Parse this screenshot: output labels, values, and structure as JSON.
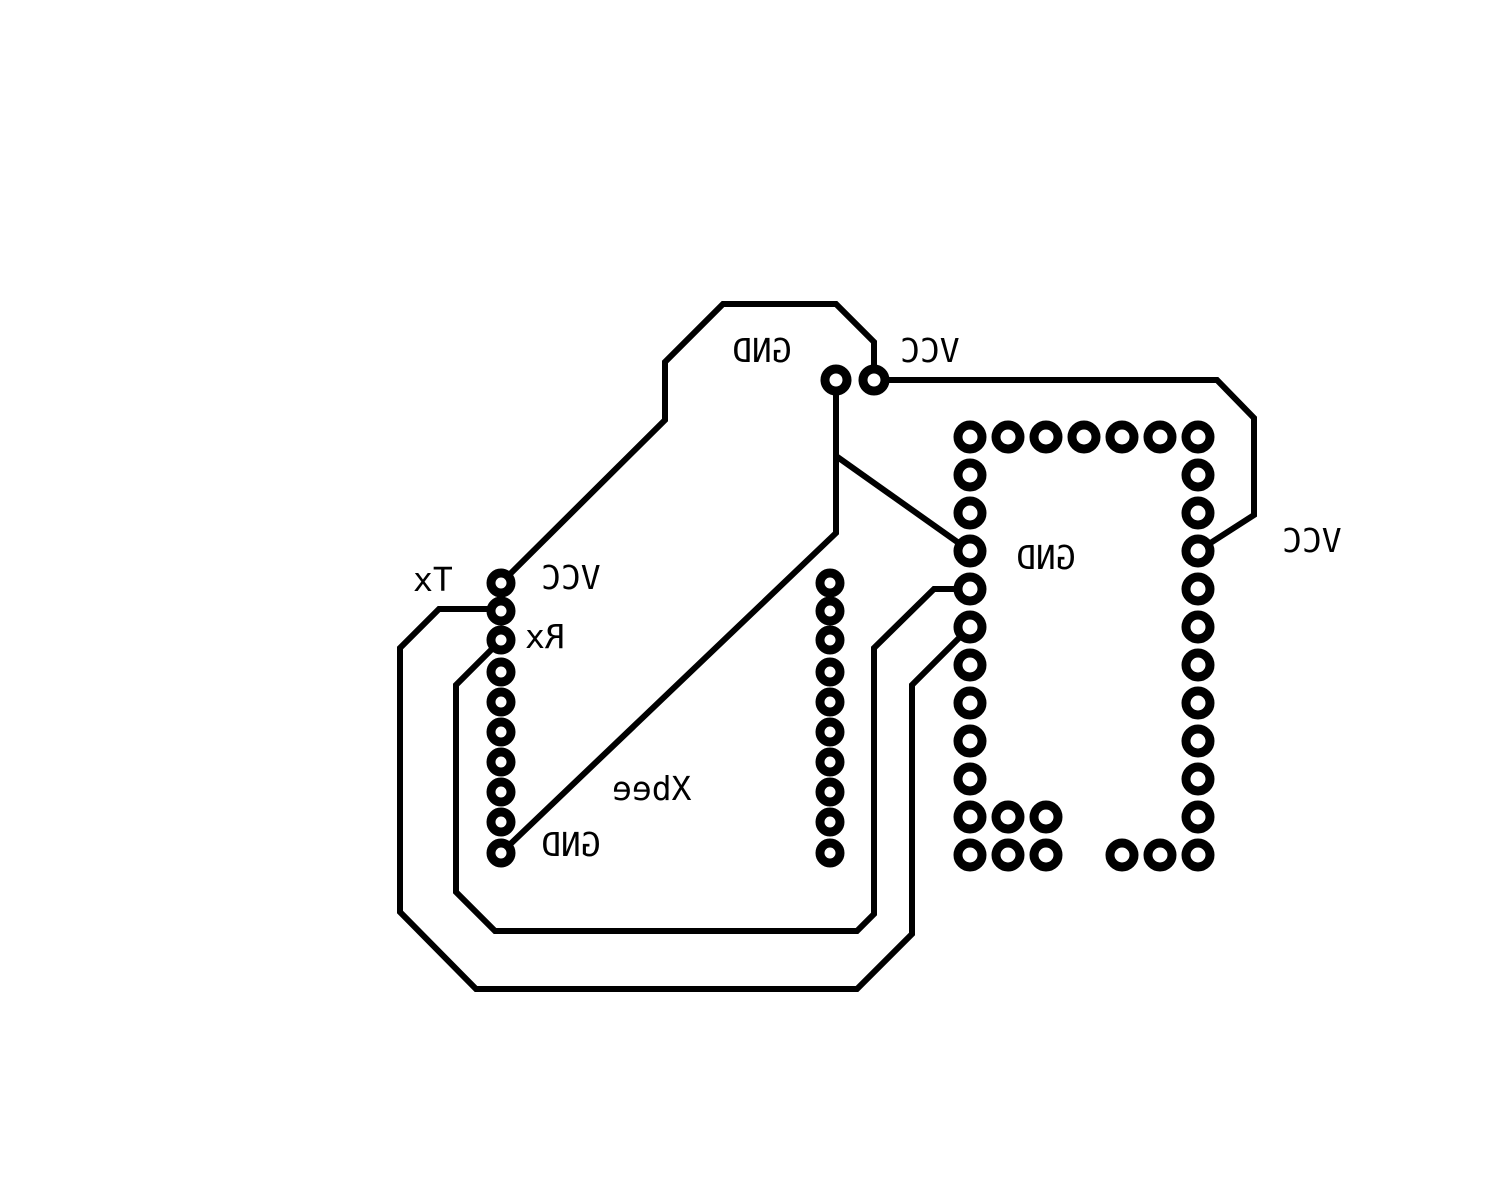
{
  "colors": {
    "copper": "#000000",
    "pad_hole": "#ffffff",
    "background": "#ffffff"
  },
  "labels": {
    "gnd_top": "GND",
    "vcc_top": "VCC",
    "vcc_right": "VCC",
    "gnd_module": "GND",
    "tx": "Tx",
    "vcc_xbee": "VCC",
    "rx": "Rx",
    "xbee": "Xbee",
    "gnd_xbee": "GND"
  }
}
